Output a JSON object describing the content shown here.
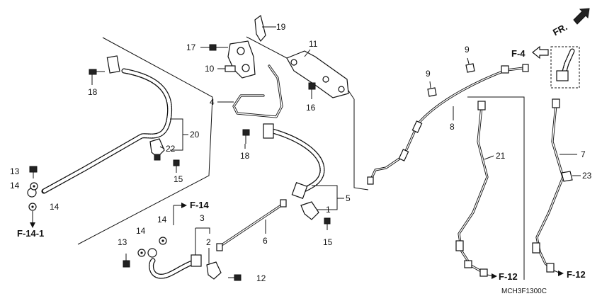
{
  "callouts": {
    "c1": "1",
    "c2": "2",
    "c3": "3",
    "c4": "4",
    "c5": "5",
    "c6": "6",
    "c7": "7",
    "c8": "8",
    "c9a": "9",
    "c9b": "9",
    "c10": "10",
    "c11": "11",
    "c12": "12",
    "c13a": "13",
    "c13b": "13",
    "c14a": "14",
    "c14b": "14",
    "c14c": "14",
    "c14d": "14",
    "c15a": "15",
    "c15b": "15",
    "c16": "16",
    "c17": "17",
    "c18a": "18",
    "c18b": "18",
    "c19": "19",
    "c20": "20",
    "c21": "21",
    "c22": "22",
    "c23": "23"
  },
  "references": {
    "fr": "FR.",
    "f4": "F-4",
    "f12a": "F-12",
    "f12b": "F-12",
    "f14": "F-14",
    "f14_1": "F-14-1"
  },
  "diagram_code": "MCH3F1300C"
}
